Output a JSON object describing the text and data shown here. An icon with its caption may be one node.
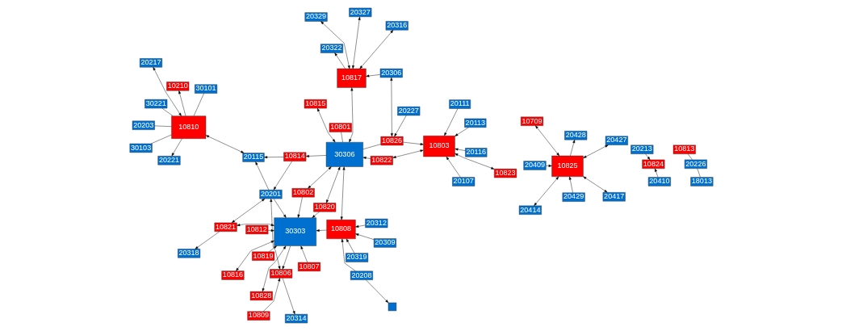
{
  "diagram": {
    "nodes": [
      {
        "text": [
          "20318"
        ]
      },
      {
        "text": [
          "20314"
        ]
      },
      {
        "text": [
          "10807"
        ]
      },
      {
        "text": [
          "10812"
        ]
      },
      {
        "text": [
          "10821"
        ]
      },
      {
        "text": [
          "10816"
        ]
      },
      {
        "text": [
          "10819"
        ]
      },
      {
        "text": [
          "10809"
        ]
      },
      {
        "text": [
          "10828"
        ]
      },
      {
        "text": [
          "10806"
        ]
      },
      {
        "text": [
          "20221"
        ]
      },
      {
        "text": [
          "30103"
        ]
      },
      {
        "text": [
          "30303"
        ]
      },
      {
        "text": [
          "30101"
        ]
      },
      {
        "text": [],
        "shape": "box"
      },
      {
        "text": [
          "20309"
        ]
      },
      {
        "text": [
          "10810"
        ]
      },
      {
        "text": [
          "30221"
        ]
      },
      {
        "text": [
          "20201"
        ]
      },
      {
        "text": [
          "20203"
        ]
      },
      {
        "text": [
          "20208"
        ]
      },
      {
        "text": [
          "20319"
        ]
      },
      {
        "text": [
          "10210"
        ]
      },
      {
        "text": [
          "20115"
        ]
      },
      {
        "text": [
          "20217"
        ]
      },
      {
        "text": [
          "10808"
        ]
      },
      {
        "text": [
          "20312"
        ]
      },
      {
        "text": [
          "10802"
        ]
      },
      {
        "text": [
          "10820"
        ]
      },
      {
        "text": [
          "10814"
        ]
      },
      {
        "text": [
          "20213"
        ]
      },
      {
        "text": [
          "10824"
        ]
      },
      {
        "text": [
          "30306"
        ]
      },
      {
        "text": [
          "10801"
        ]
      },
      {
        "text": [
          "20410"
        ]
      },
      {
        "text": [
          "10815"
        ]
      },
      {
        "text": [
          "10813"
        ]
      },
      {
        "text": [
          "20226"
        ]
      },
      {
        "text": [
          "10826"
        ]
      },
      {
        "text": [
          "10817"
        ]
      },
      {
        "text": [
          "20322"
        ]
      },
      {
        "text": [
          "18013"
        ]
      },
      {
        "text": [
          "10822"
        ]
      },
      {
        "text": [
          "20227"
        ]
      },
      {
        "text": [
          "20329"
        ]
      },
      {
        "text": [
          "20306"
        ]
      },
      {
        "text": [
          "20316"
        ]
      },
      {
        "text": [
          "20327"
        ]
      },
      {
        "text": [
          "10803"
        ]
      },
      {
        "text": [
          "20113"
        ]
      },
      {
        "text": [
          "20116"
        ]
      },
      {
        "text": [
          "20111"
        ]
      },
      {
        "text": [
          "20107"
        ]
      },
      {
        "text": [
          "10823"
        ]
      },
      {
        "text": [
          "10709"
        ]
      },
      {
        "text": [
          "20427"
        ]
      },
      {
        "text": [
          "20429"
        ]
      },
      {
        "text": [
          "10825"
        ]
      },
      {
        "text": [
          "20428"
        ]
      },
      {
        "text": [
          "20409"
        ]
      },
      {
        "text": [
          "20414"
        ]
      },
      {
        "text": [
          "20417"
        ]
      }
    ],
    "edges": [
      {
        "from": 12,
        "to": 5,
        "arrow": "both"
      },
      {
        "from": 12,
        "to": 8,
        "arrow": "both"
      },
      {
        "from": 3,
        "to": 12,
        "arrow": "to"
      },
      {
        "from": 2,
        "to": 12,
        "arrow": "to"
      },
      {
        "from": 6,
        "to": 12,
        "arrow": "to"
      },
      {
        "from": 12,
        "to": 4,
        "arrow": "both"
      },
      {
        "from": 12,
        "to": 9,
        "arrow": "to"
      },
      {
        "from": 18,
        "to": 12,
        "arrow": "to"
      },
      {
        "from": 25,
        "to": 12,
        "arrow": "to"
      },
      {
        "from": 27,
        "to": 12,
        "arrow": "to"
      },
      {
        "from": 28,
        "to": 12,
        "arrow": "to"
      },
      {
        "from": 4,
        "to": 0,
        "arrow": "to"
      },
      {
        "from": 9,
        "to": 1,
        "arrow": "to"
      },
      {
        "from": 7,
        "to": 9,
        "arrow": "to"
      },
      {
        "from": 18,
        "to": 4,
        "arrow": "both"
      },
      {
        "from": 18,
        "to": 9,
        "arrow": "both"
      },
      {
        "from": 18,
        "to": 23,
        "arrow": "to"
      },
      {
        "from": 29,
        "to": 18,
        "arrow": "to"
      },
      {
        "from": 29,
        "to": 23,
        "arrow": "to"
      },
      {
        "from": 23,
        "to": 16,
        "arrow": "both"
      },
      {
        "from": 16,
        "to": 10,
        "arrow": "to"
      },
      {
        "from": 16,
        "to": 11,
        "arrow": "none"
      },
      {
        "from": 16,
        "to": 13,
        "arrow": "none"
      },
      {
        "from": 16,
        "to": 17,
        "arrow": "none"
      },
      {
        "from": 16,
        "to": 19,
        "arrow": "none"
      },
      {
        "from": 16,
        "to": 22,
        "arrow": "to"
      },
      {
        "from": 16,
        "to": 24,
        "arrow": "both"
      },
      {
        "from": 20,
        "to": 25,
        "arrow": "to"
      },
      {
        "from": 21,
        "to": 25,
        "arrow": "to"
      },
      {
        "from": 26,
        "to": 25,
        "arrow": "to"
      },
      {
        "from": 15,
        "to": 25,
        "arrow": "to"
      },
      {
        "from": 20,
        "to": 14,
        "arrow": "to"
      },
      {
        "from": 32,
        "to": 25,
        "arrow": "both"
      },
      {
        "from": 32,
        "to": 27,
        "arrow": "both"
      },
      {
        "from": 32,
        "to": 28,
        "arrow": "both"
      },
      {
        "from": 32,
        "to": 29,
        "arrow": "to"
      },
      {
        "from": 32,
        "to": 35,
        "arrow": "both"
      },
      {
        "from": 32,
        "to": 39,
        "arrow": "both"
      },
      {
        "from": 38,
        "to": 32,
        "arrow": "none"
      },
      {
        "from": 42,
        "to": 32,
        "arrow": "to"
      },
      {
        "from": 33,
        "to": 32,
        "arrow": "none"
      },
      {
        "from": 30,
        "to": 31,
        "arrow": "to"
      },
      {
        "from": 34,
        "to": 31,
        "arrow": "to"
      },
      {
        "from": 37,
        "to": 36,
        "arrow": "none"
      },
      {
        "from": 41,
        "to": 37,
        "arrow": "none"
      },
      {
        "from": 43,
        "to": 38,
        "arrow": "to"
      },
      {
        "from": 45,
        "to": 38,
        "arrow": "both"
      },
      {
        "from": 45,
        "to": 39,
        "arrow": "to"
      },
      {
        "from": 48,
        "to": 42,
        "arrow": "both"
      },
      {
        "from": 38,
        "to": 48,
        "arrow": "to"
      },
      {
        "from": 39,
        "to": 40,
        "arrow": "to"
      },
      {
        "from": 39,
        "to": 44,
        "arrow": "both"
      },
      {
        "from": 39,
        "to": 46,
        "arrow": "both"
      },
      {
        "from": 39,
        "to": 47,
        "arrow": "both"
      },
      {
        "from": 49,
        "to": 48,
        "arrow": "to"
      },
      {
        "from": 50,
        "to": 48,
        "arrow": "to"
      },
      {
        "from": 51,
        "to": 48,
        "arrow": "to"
      },
      {
        "from": 52,
        "to": 48,
        "arrow": "to"
      },
      {
        "from": 48,
        "to": 53,
        "arrow": "both"
      },
      {
        "from": 57,
        "to": 54,
        "arrow": "both"
      },
      {
        "from": 57,
        "to": 55,
        "arrow": "both"
      },
      {
        "from": 56,
        "to": 57,
        "arrow": "to"
      },
      {
        "from": 57,
        "to": 58,
        "arrow": "to"
      },
      {
        "from": 59,
        "to": 57,
        "arrow": "to"
      },
      {
        "from": 57,
        "to": 61,
        "arrow": "both"
      },
      {
        "from": 57,
        "to": 60,
        "arrow": "both"
      }
    ]
  }
}
